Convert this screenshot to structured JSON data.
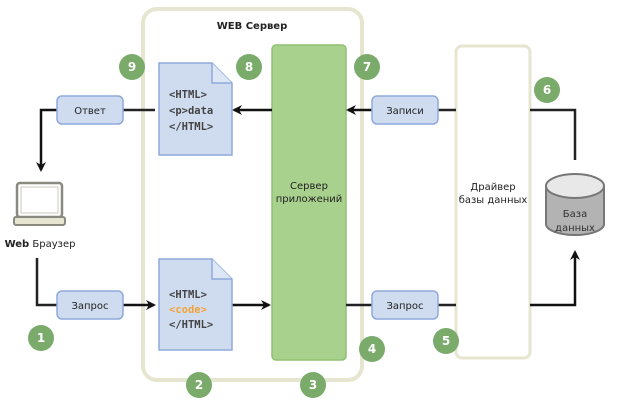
{
  "title": "WEB Сервер",
  "colors": {
    "frame": "#e6e5cf",
    "app_server_fill": "#a9d18e",
    "app_server_border": "#8fbf72",
    "label_fill": "#cfdcef",
    "label_border": "#8eaadb",
    "doc_fill": "#cfdcef",
    "doc_border": "#8eaadb",
    "badge": "#7aab6b",
    "arrow": "#111111",
    "code_highlight": "#f2a33a"
  },
  "browser": {
    "label_bold": "Web",
    "label_rest": " Браузер",
    "icon": "laptop-icon"
  },
  "labels": {
    "response": "Ответ",
    "request_left": "Запрос",
    "records": "Записи",
    "request_right": "Запрос"
  },
  "doc_response": {
    "lines": [
      "<HTML>",
      "<p>data",
      "</HTML>"
    ]
  },
  "doc_request": {
    "lines": [
      "<HTML>",
      "<code>",
      "</HTML>"
    ]
  },
  "app_server": {
    "lines": [
      "Сервер",
      "приложений"
    ]
  },
  "db_driver": {
    "lines": [
      "Драйвер",
      "базы данных"
    ]
  },
  "database": {
    "lines": [
      "База",
      "данных"
    ],
    "icon": "database-icon"
  },
  "badges": [
    "1",
    "2",
    "3",
    "4",
    "5",
    "6",
    "7",
    "8",
    "9"
  ]
}
